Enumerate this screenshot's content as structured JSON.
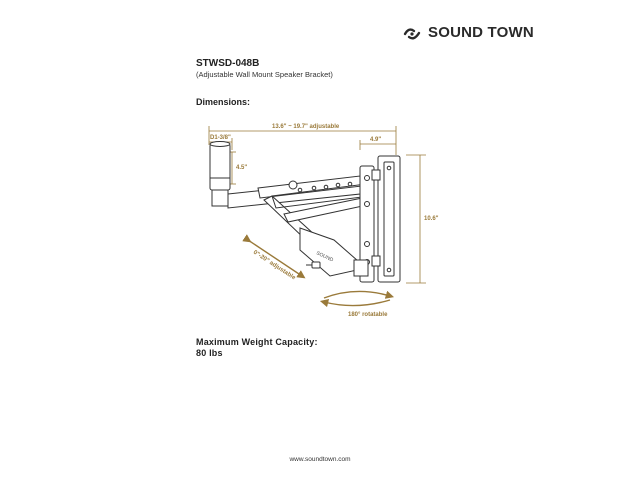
{
  "brand": {
    "name": "Sound Town",
    "icon": "sound-town-logo-icon"
  },
  "product": {
    "model": "STWSD-048B",
    "description": "(Adjustable Wall Mount Speaker Bracket)"
  },
  "dimensions_heading": "Dimensions:",
  "diagram": {
    "arm_length": "13.6\" ~ 19.7\" adjustable",
    "pole_diameter": "D1-3/8\"",
    "pole_height": "4.5\"",
    "plate_width": "4.9\"",
    "plate_height": "10.6\"",
    "tilt_range": "0\"-20\" adjustable",
    "rotation": "180° rotatable",
    "bracket_engraving": "SOUND",
    "accent_color": "#9a7a3a"
  },
  "capacity": {
    "label": "Maximum Weight Capacity:",
    "value": "80 lbs"
  },
  "footer": {
    "url": "www.soundtown.com"
  }
}
